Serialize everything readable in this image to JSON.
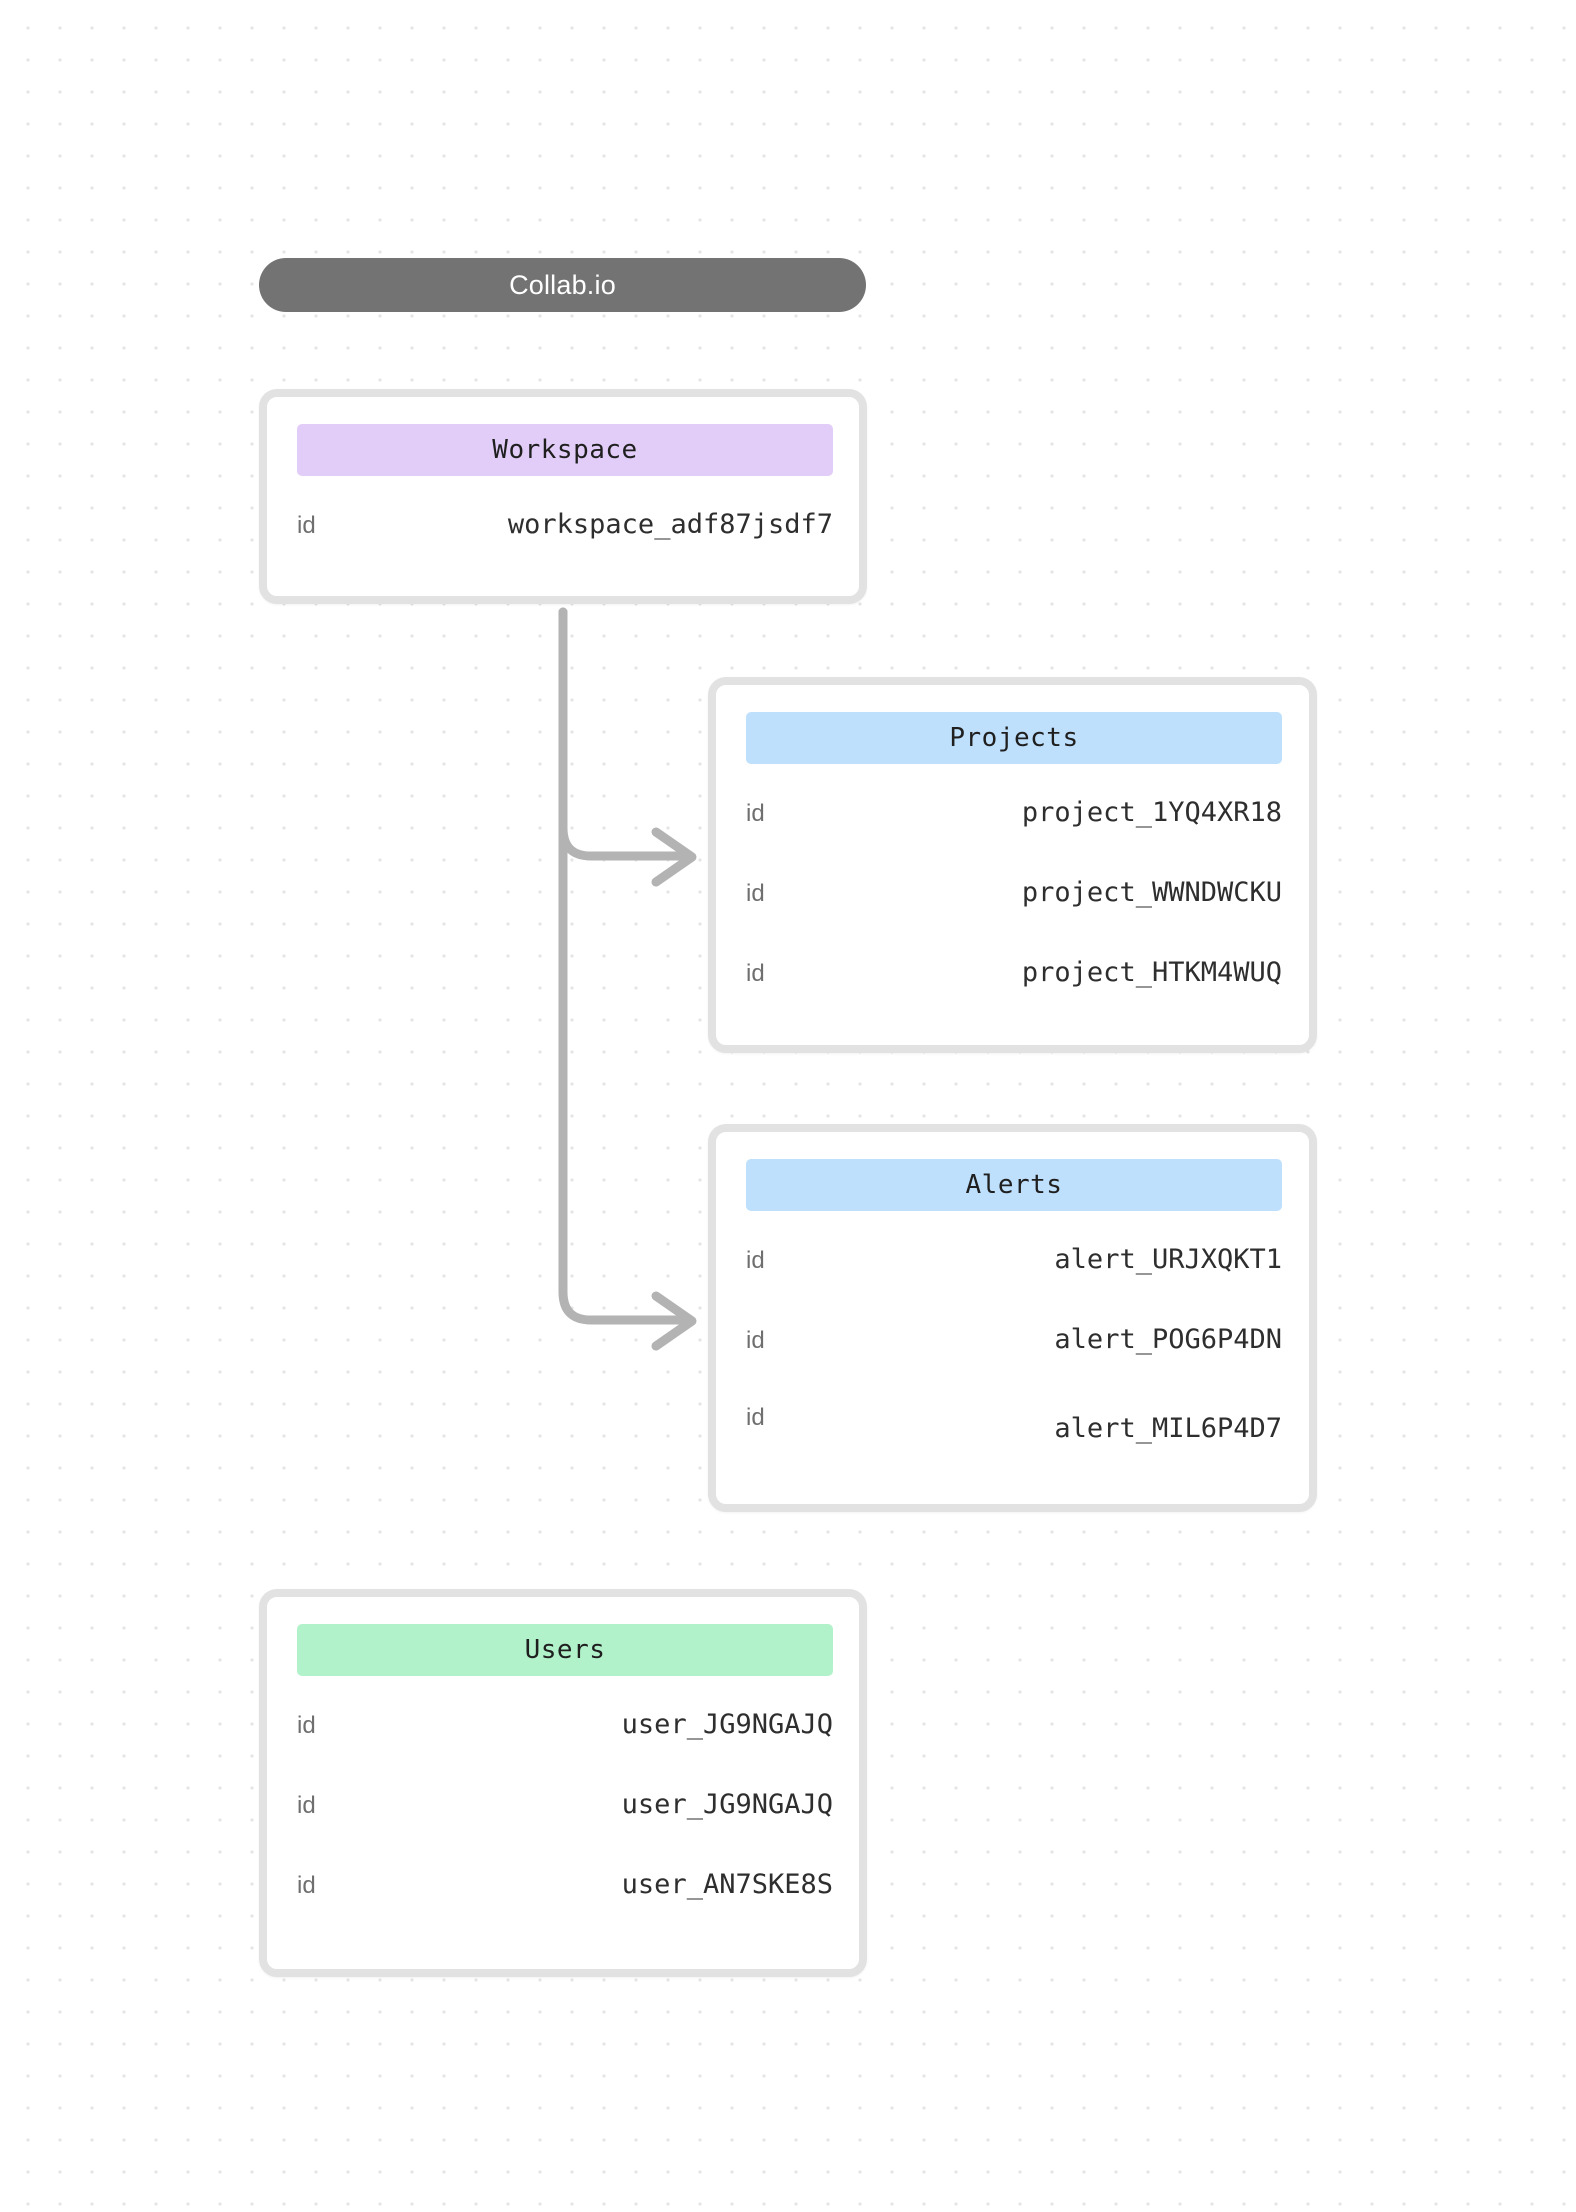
{
  "header": {
    "title": "Collab.io",
    "pill_color": "#737373",
    "pill_text_color": "#ffffff"
  },
  "canvas": {
    "background_color": "#ffffff",
    "dot_color": "#e4e4e4",
    "card_border_color": "#e2e2e2",
    "edge_color": "#b3b3b3"
  },
  "nodes": [
    {
      "id": "workspace",
      "title": "Workspace",
      "accent_color": "#e2cdf8",
      "rows": [
        {
          "key": "id",
          "value": "workspace_adf87jsdf7"
        }
      ]
    },
    {
      "id": "projects",
      "title": "Projects",
      "accent_color": "#bfe0fd",
      "rows": [
        {
          "key": "id",
          "value": "project_1YQ4XR18"
        },
        {
          "key": "id",
          "value": "project_WWNDWCKU"
        },
        {
          "key": "id",
          "value": "project_HTKM4WUQ"
        }
      ]
    },
    {
      "id": "alerts",
      "title": "Alerts",
      "accent_color": "#bfe0fd",
      "rows": [
        {
          "key": "id",
          "value": "alert_URJXQKT1"
        },
        {
          "key": "id",
          "value": "alert_POG6P4DN"
        },
        {
          "key": "id",
          "value": "alert_MIL6P4D7"
        }
      ]
    },
    {
      "id": "users",
      "title": "Users",
      "accent_color": "#b2f2ca",
      "rows": [
        {
          "key": "id",
          "value": "user_JG9NGAJQ"
        },
        {
          "key": "id",
          "value": "user_JG9NGAJQ"
        },
        {
          "key": "id",
          "value": "user_AN7SKE8S"
        }
      ]
    }
  ],
  "edges": [
    {
      "from": "workspace",
      "to": "projects"
    },
    {
      "from": "workspace",
      "to": "alerts"
    }
  ]
}
